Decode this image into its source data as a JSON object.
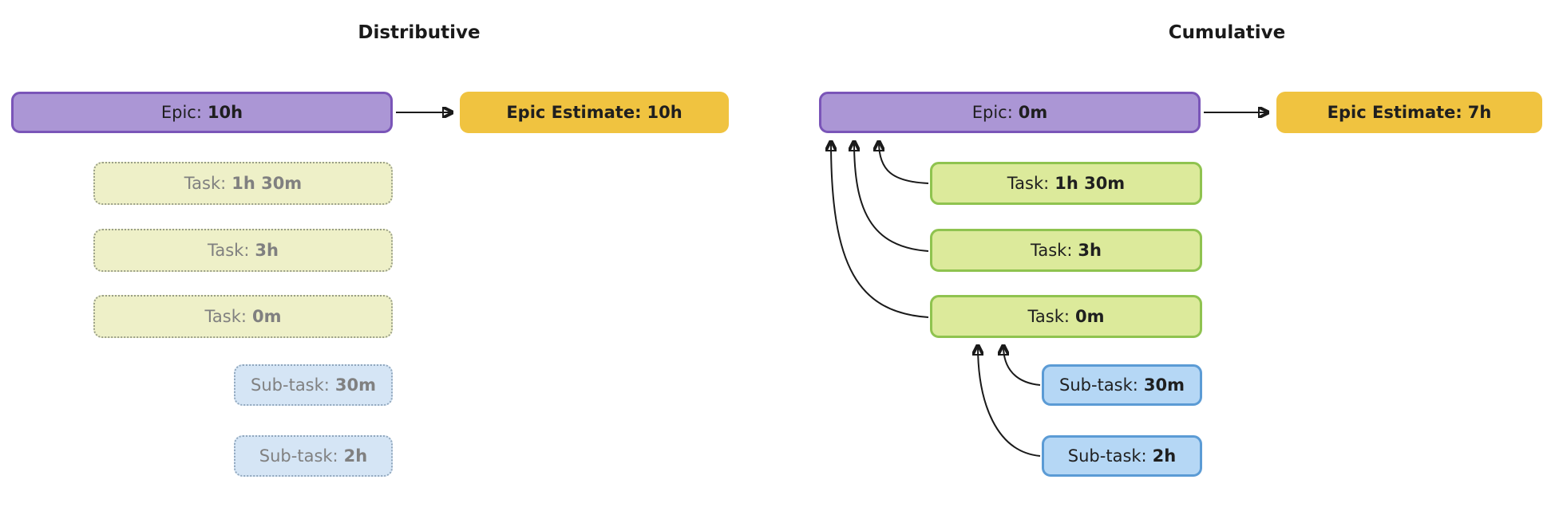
{
  "left": {
    "title": "Distributive",
    "epic": {
      "label": "Epic:",
      "value": "10h"
    },
    "estimate": {
      "label": "Epic Estimate:",
      "value": "10h"
    },
    "tasks": [
      {
        "label": "Task:",
        "value": "1h 30m"
      },
      {
        "label": "Task:",
        "value": "3h"
      },
      {
        "label": "Task:",
        "value": "0m"
      }
    ],
    "subtasks": [
      {
        "label": "Sub-task:",
        "value": "30m"
      },
      {
        "label": "Sub-task:",
        "value": "2h"
      }
    ]
  },
  "right": {
    "title": "Cumulative",
    "epic": {
      "label": "Epic:",
      "value": "0m"
    },
    "estimate": {
      "label": "Epic Estimate:",
      "value": "7h"
    },
    "tasks": [
      {
        "label": "Task:",
        "value": "1h 30m"
      },
      {
        "label": "Task:",
        "value": "3h"
      },
      {
        "label": "Task:",
        "value": "0m"
      }
    ],
    "subtasks": [
      {
        "label": "Sub-task:",
        "value": "30m"
      },
      {
        "label": "Sub-task:",
        "value": "2h"
      }
    ]
  },
  "colors": {
    "epic_fill": "#ab96d5",
    "epic_border": "#7a55b8",
    "estimate_fill": "#f0c340",
    "task_fill": "#dcea9b",
    "task_border": "#8fc34f",
    "subtask_fill": "#b5d7f5",
    "subtask_border": "#5b9bd5",
    "faded_task_fill": "#eef0c8",
    "faded_subtask_fill": "#d5e5f5",
    "faded_text": "#808080",
    "text": "#1f1f1f",
    "arrow": "#1a1a1a"
  }
}
